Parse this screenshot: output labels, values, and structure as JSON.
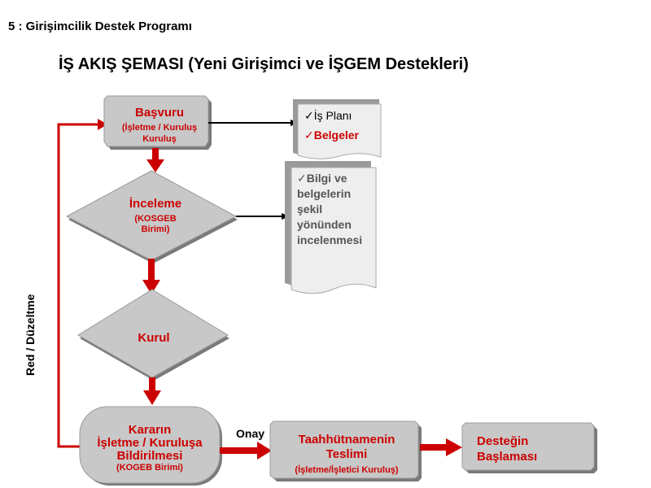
{
  "header": {
    "program": "5 : Girişimcilik Destek Programı",
    "title": "İŞ AKIŞ ŞEMASI (Yeni Girişimci ve İŞGEM Destekleri)"
  },
  "colors": {
    "accent_red": "#cc0000",
    "shape_fill": "#c8c8c8",
    "shape_shadow": "#7a7a7a",
    "note_fill": "#eeeeee",
    "check_gray": "#555555"
  },
  "steps": {
    "basvuru": {
      "label": "Başvuru",
      "sub": "(İşletme / Kuruluş"
    },
    "inceleme": {
      "label": "İnceleme",
      "sub1": "(KOSGEB",
      "sub2": "Birimi)"
    },
    "kurul": {
      "label": "Kurul"
    },
    "karar": {
      "line1": "Kararın",
      "line2": "İşletme / Kuruluşa",
      "line3": "Bildirilmesi",
      "sub": "(KOGEB Birimi)"
    },
    "taahhut": {
      "line1": "Taahhütnamenin",
      "line2": "Teslimi",
      "sub": "(İşletme/İşletici Kuruluş)"
    },
    "baslama": {
      "line1": "Desteğin",
      "line2": "Başlaması"
    }
  },
  "notes": {
    "docs": {
      "check": "✓",
      "item1": "İş Planı",
      "item2": "Belgeler"
    },
    "review": {
      "check": "✓",
      "line1": "Bilgi ve",
      "line2": "belgelerin",
      "line3": "şekil",
      "line4": "yönünden",
      "line5": "incelenmesi"
    }
  },
  "edges": {
    "loop_label": "Red / Düzeltme",
    "approve_label": "Onay"
  }
}
